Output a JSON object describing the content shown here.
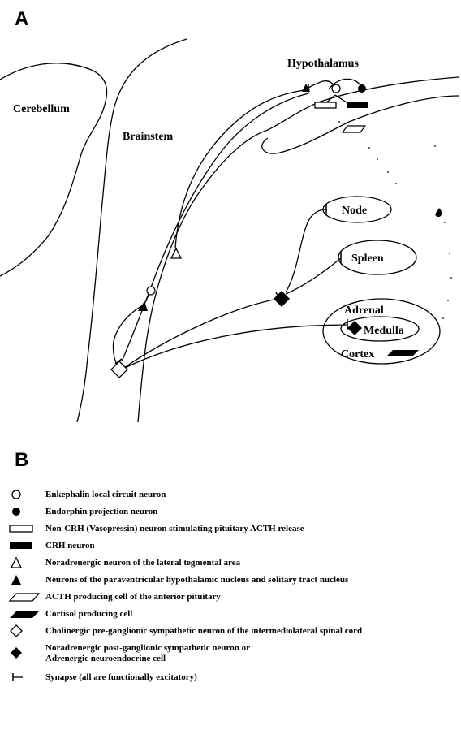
{
  "panel_a": {
    "letter": "A",
    "labels": {
      "cerebellum": "Cerebellum",
      "brainstem": "Brainstem",
      "hypothalamus": "Hypothalamus",
      "node": "Node",
      "spleen": "Spleen",
      "adrenal": "Adrenal",
      "medulla": "Medulla",
      "cortex": "Cortex"
    }
  },
  "panel_b": {
    "letter": "B",
    "legend": [
      {
        "icon": "open-circle-icon",
        "text": "Enkephalin local circuit neuron"
      },
      {
        "icon": "filled-circle-icon",
        "text": "Endorphin projection neuron"
      },
      {
        "icon": "open-rectangle-icon",
        "text": "Non-CRH (Vasopressin) neuron stimulating pituitary ACTH release"
      },
      {
        "icon": "filled-rectangle-icon",
        "text": "CRH neuron"
      },
      {
        "icon": "open-triangle-icon",
        "text": "Noradrenergic neuron of the lateral tegmental area"
      },
      {
        "icon": "filled-triangle-icon",
        "text": "Neurons of the paraventricular hypothalamic nucleus and solitary tract nucleus"
      },
      {
        "icon": "open-parallelogram-icon",
        "text": "ACTH producing cell of the anterior pituitary"
      },
      {
        "icon": "filled-parallelogram-icon",
        "text": "Cortisol producing cell"
      },
      {
        "icon": "open-diamond-icon",
        "text": "Cholinergic pre-ganglionic sympathetic neuron of the intermediolateral spinal cord"
      },
      {
        "icon": "filled-diamond-icon",
        "text_line1": "Noradrenergic post-ganglionic sympathetic neuron or",
        "text_line2": "Adrenergic neuroendocrine cell"
      },
      {
        "icon": "synapse-icon",
        "text": "Synapse (all are functionally excitatory)"
      }
    ]
  }
}
